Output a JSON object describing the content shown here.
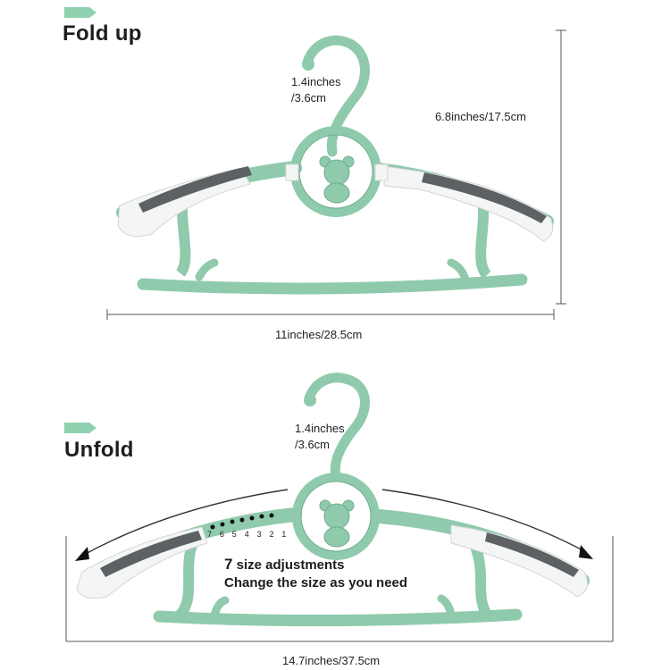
{
  "fold_section": {
    "heading": "Fold up",
    "hook_size": [
      "1.4inches",
      "/3.6cm"
    ],
    "height": "6.8inches/17.5cm",
    "width": "11inches/28.5cm"
  },
  "unfold_section": {
    "heading": "Unfold",
    "hook_size": [
      "1.4inches",
      "/3.6cm"
    ],
    "adjust_steps": "7 6 5 4 3 2 1",
    "feature_title_number": "7",
    "feature_title_text": " size adjustments",
    "feature_subtitle": "Change the size as you need",
    "width": "14.7inches/37.5cm"
  },
  "colors": {
    "hanger_green": "#8fcaac",
    "hanger_edge": "#6fae90",
    "pad_white": "#f4f5f5",
    "grip_gray": "#5d6163",
    "tag_green": "#8fd1ae",
    "line": "#555555"
  }
}
